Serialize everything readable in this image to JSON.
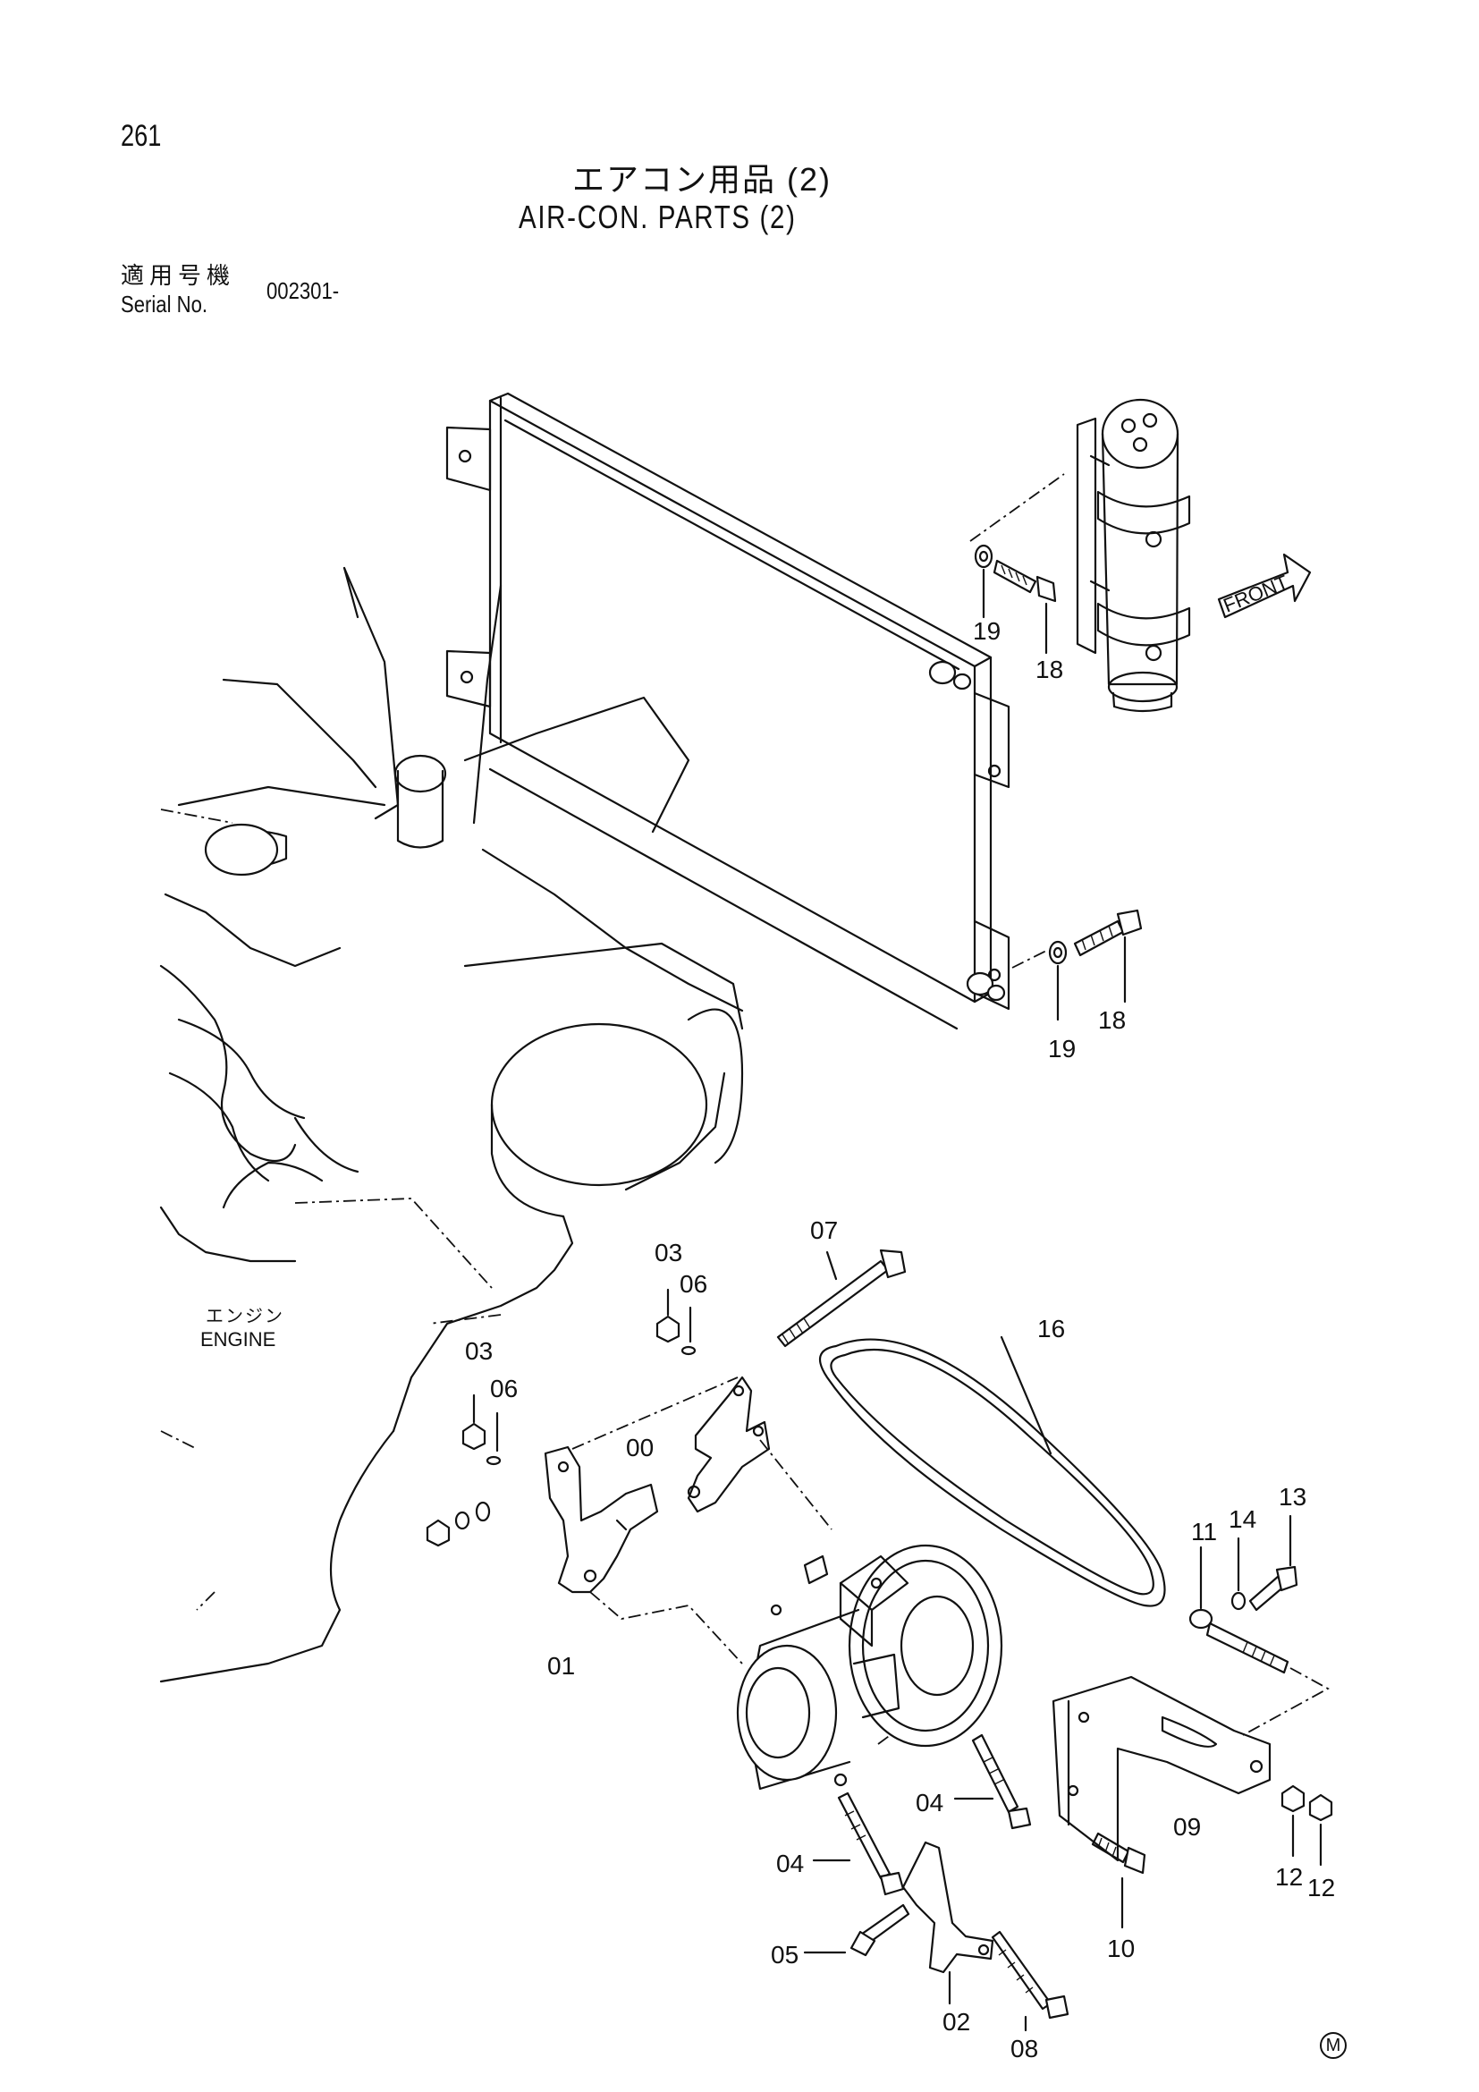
{
  "header": {
    "page_number": "261",
    "title_jp": "エアコン用品 (2)",
    "title_en": "AIR-CON. PARTS (2)",
    "serial_label_jp": "適用号機",
    "serial_label_en": "Serial No.",
    "serial_value": "002301-"
  },
  "engine_label": {
    "jp": "エンジン",
    "en": "ENGINE"
  },
  "front_label": "FRONT",
  "callouts": [
    "19",
    "18",
    "18",
    "19",
    "07",
    "03",
    "06",
    "16",
    "03",
    "06",
    "00",
    "01",
    "13",
    "14",
    "11",
    "04",
    "04",
    "05",
    "09",
    "12",
    "12",
    "10",
    "02",
    "08"
  ],
  "footer_mark": "M"
}
